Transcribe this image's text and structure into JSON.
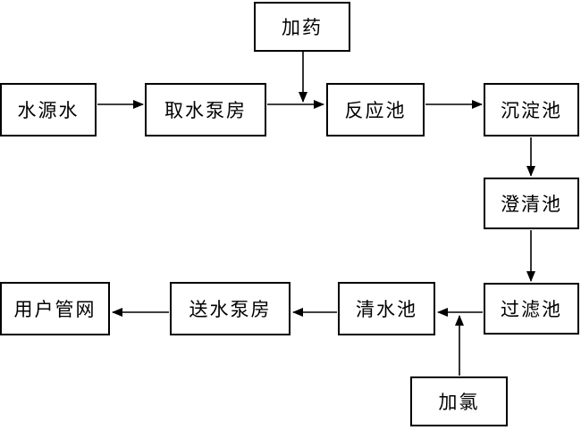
{
  "diagram": {
    "type": "flowchart",
    "subject": "water-treatment-process"
  },
  "nodes": {
    "dosing": {
      "label": "加药"
    },
    "source_water": {
      "label": "水源水"
    },
    "intake_pump_house": {
      "label": "取水泵房"
    },
    "reaction_tank": {
      "label": "反应池"
    },
    "sedimentation_tank": {
      "label": "沉淀池"
    },
    "clarification_tank": {
      "label": "澄清池"
    },
    "filtration_tank": {
      "label": "过滤池"
    },
    "clear_water_tank": {
      "label": "清水池"
    },
    "delivery_pump_house": {
      "label": "送水泵房"
    },
    "user_pipe_network": {
      "label": "用户管网"
    },
    "chlorination": {
      "label": "加氯"
    }
  },
  "edges": [
    {
      "from": "source_water",
      "to": "intake_pump_house",
      "direction": "right"
    },
    {
      "from": "intake_pump_house",
      "to": "reaction_tank",
      "direction": "right"
    },
    {
      "from": "dosing",
      "to": "intake_pump_house→reaction_tank line",
      "direction": "down"
    },
    {
      "from": "reaction_tank",
      "to": "sedimentation_tank",
      "direction": "right"
    },
    {
      "from": "sedimentation_tank",
      "to": "clarification_tank",
      "direction": "down"
    },
    {
      "from": "clarification_tank",
      "to": "filtration_tank",
      "direction": "down"
    },
    {
      "from": "filtration_tank",
      "to": "clear_water_tank",
      "direction": "left"
    },
    {
      "from": "clear_water_tank",
      "to": "delivery_pump_house",
      "direction": "left"
    },
    {
      "from": "delivery_pump_house",
      "to": "user_pipe_network",
      "direction": "left"
    },
    {
      "from": "chlorination",
      "to": "filtration_tank→clear_water_tank line",
      "direction": "up"
    }
  ],
  "colors": {
    "background": "#ffffff",
    "box_fill": "#ffffff",
    "box_border": "#000000",
    "arrow": "#000000",
    "text": "#000000"
  }
}
